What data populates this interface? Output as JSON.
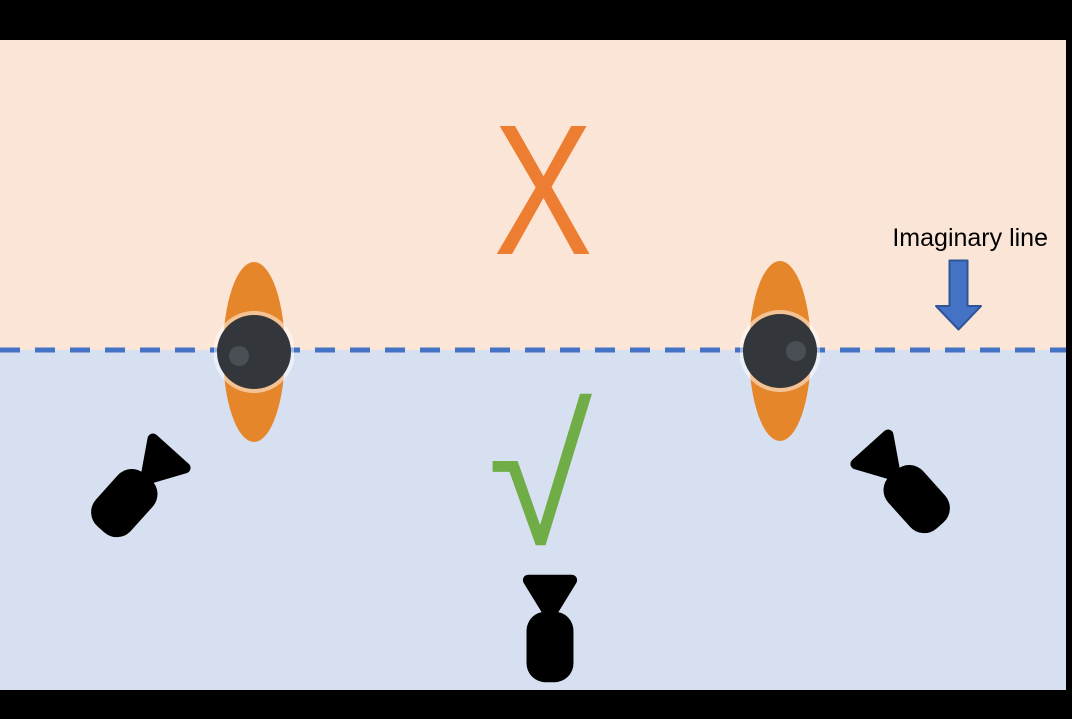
{
  "diagram": {
    "imaginary_line_label": "Imaginary line",
    "wrong_side_mark": "X",
    "allowed_side_mark": "√"
  },
  "colors": {
    "letterbox": "#000000",
    "scene_top_region": "#fae5d6",
    "scene_bottom_region": "#d7e0f0",
    "imaginary_line": "#4472c4",
    "arrow_fill": "#4472c4",
    "arrow_outline": "#2f5597",
    "wrong_mark": "#ed7d31",
    "allowed_mark": "#70ad47",
    "label_text": "#000000",
    "camera": "#000000",
    "person_shoulders": "#e6862b",
    "person_head": "#33373c",
    "person_nose": "#4a4f55"
  },
  "icons": {
    "camera": "video-camera pictogram (rounded body with cone lens)",
    "arrow": "solid block arrow pointing down",
    "person": "top-down person (shoulders ellipse + head circle)"
  }
}
